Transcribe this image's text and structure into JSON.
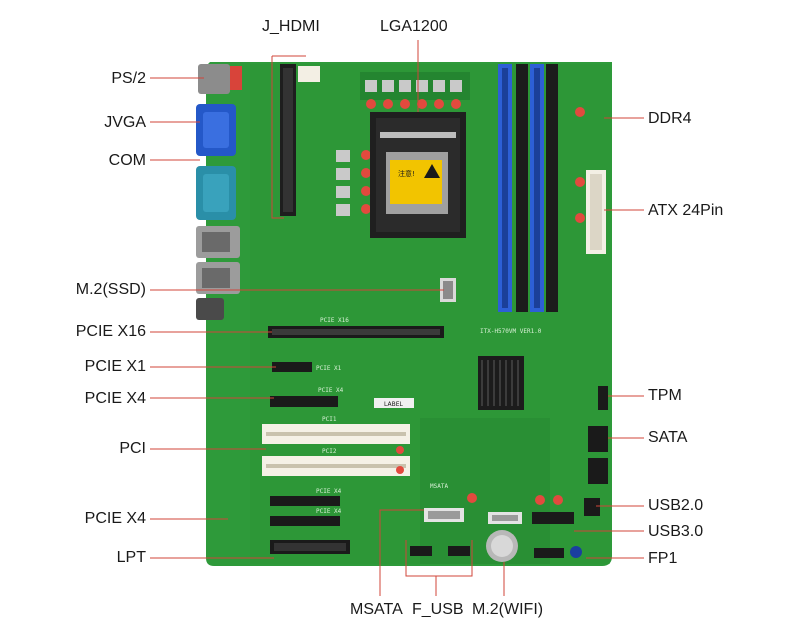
{
  "labels": {
    "j_hdmi": "J_HDMI",
    "lga1200": "LGA1200",
    "ps2": "PS/2",
    "jvga": "JVGA",
    "com": "COM",
    "ddr4": "DDR4",
    "atx24": "ATX 24Pin",
    "m2_ssd": "M.2(SSD)",
    "pcie_x16": "PCIE X16",
    "pcie_x1": "PCIE X1",
    "pcie_x4_top": "PCIE X4",
    "pci": "PCI",
    "pcie_x4_bottom": "PCIE X4",
    "lpt": "LPT",
    "tpm": "TPM",
    "sata": "SATA",
    "usb20": "USB2.0",
    "usb30": "USB3.0",
    "fp1": "FP1",
    "msata": "MSATA",
    "f_usb": "F_USB",
    "m2_wifi": "M.2(WIFI)"
  },
  "silkscreen": {
    "pcie_x16": "PCIE X16",
    "pcie_x1": "PCIE X1",
    "pcie_x4_a": "PCIE X4",
    "pci1": "PCI1",
    "pci2": "PCI2",
    "pcie_x4_b": "PCIE X4",
    "pcie_x4_c": "PCIE X4",
    "board_model": "ITX-H570VM VER1.0",
    "msata_silk": "MSATA",
    "label_box": "LABEL",
    "cpu_warning": "注意!"
  },
  "colors": {
    "pcb": "#2e9a3a",
    "pcb_dark": "#237a2e",
    "dimm_blue": "#2d5fd6",
    "dimm_black": "#1c1c1c",
    "pci_white": "#f5f1e6",
    "vga_blue": "#2458c8",
    "com_teal": "#2a8fa8",
    "leader": "#d0453a"
  }
}
